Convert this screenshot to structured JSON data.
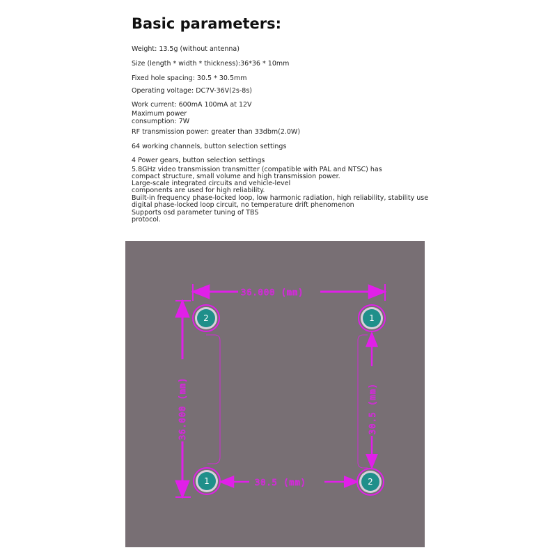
{
  "header": {
    "title": "Basic parameters:"
  },
  "params": [
    "Weight: 13.5g (without antenna)",
    "Size (length * width * thickness):36*36 * 10mm",
    "Fixed hole spacing: 30.5 * 30.5mm",
    "Operating voltage: DC7V-36V(2s-8s)",
    "Work current: 600mA 100mA at 12V",
    "Maximum power",
    "consumption: 7W",
    "RF transmission power: greater than 33dbm(2.0W)",
    "64 working channels, button selection settings",
    "4 Power gears, button selection settings",
    "5.8GHz video transmission transmitter (compatible with PAL and NTSC) has",
    "compact structure, small volume and high transmission power.",
    "Large-scale integrated circuits and vehicle-level",
    "components are used for high reliability.",
    "Built-in frequency phase-locked loop, low harmonic radiation, high reliability, stability use",
    "digital phase-locked loop circuit, no temperature drift phenomenon",
    "Supports osd parameter tuning of TBS",
    "protocol."
  ],
  "board": {
    "dimensions": {
      "top": "36.000 (mm)",
      "left": "36.000 (mm)",
      "right": "30.5 (mm)",
      "bottom": "30.5 (mm)"
    },
    "pads": {
      "top_left": "2",
      "top_right": "1",
      "bottom_left": "1",
      "bottom_right": "2"
    },
    "colors": {
      "background": "#786f74",
      "dimension": "#e020e8",
      "pad": "#1f8f8a",
      "ring": "#d8d0dc"
    }
  }
}
